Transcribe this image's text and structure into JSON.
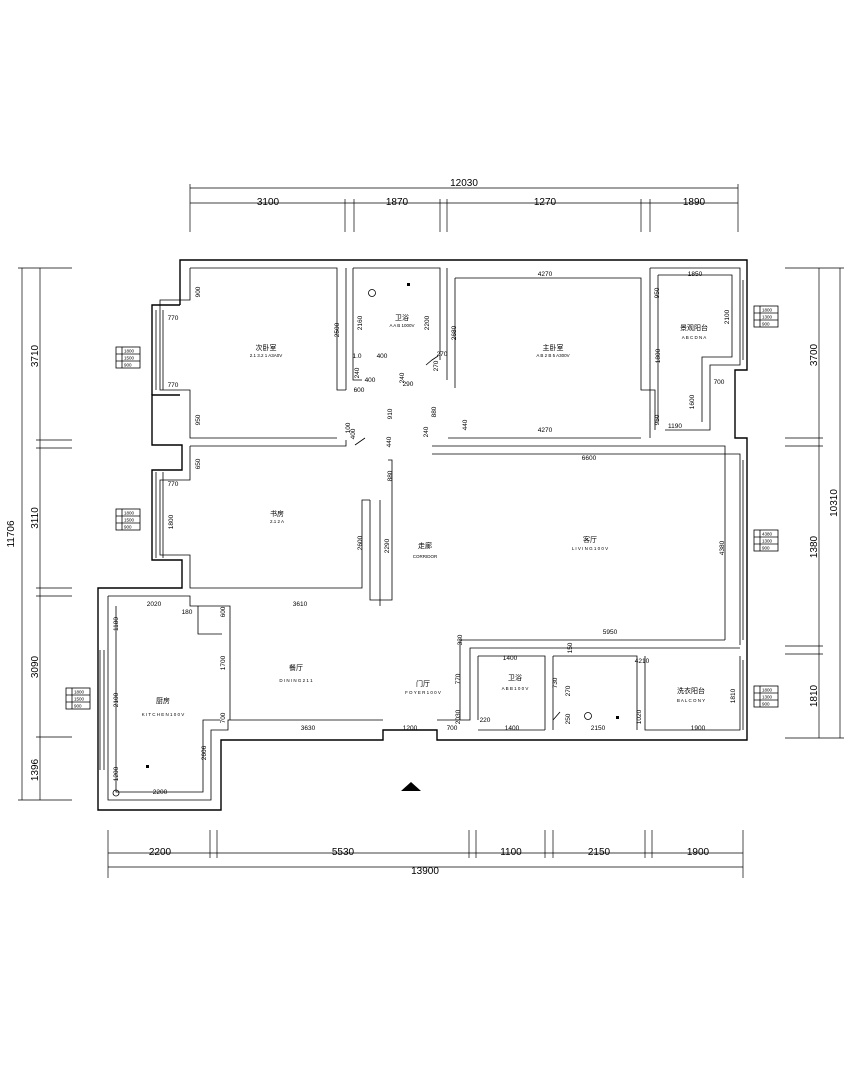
{
  "overall": {
    "top": "12030",
    "bottom": "13900",
    "left": "11706",
    "right": "10310"
  },
  "top_dims": [
    "3100",
    "1870",
    "1270",
    "1890"
  ],
  "bottom_dims": [
    "2200",
    "5530",
    "1100",
    "2150",
    "1900"
  ],
  "left_dims": [
    "3710",
    "3110",
    "3090",
    "1396"
  ],
  "right_dims": [
    "3700",
    "1380",
    "1810"
  ],
  "rooms": [
    {
      "name": "次卧室",
      "sub": "2.1 3.2 1 A3A0V"
    },
    {
      "name": "卫浴",
      "sub": "A A B 1000V"
    },
    {
      "name": "主卧室",
      "sub": "A B 2 B 5 A300V"
    },
    {
      "name": "景观阳台",
      "sub": "A B C D N A"
    },
    {
      "name": "书房",
      "sub": "2.1 2 A"
    },
    {
      "name": "走廊",
      "sub": "CORRIDOR"
    },
    {
      "name": "客厅",
      "sub": "L I V I N G 1 0 0 V"
    },
    {
      "name": "厨房",
      "sub": "K I T C H E N 1 0 0 V"
    },
    {
      "name": "餐厅",
      "sub": "D I N I N G 2 1 1"
    },
    {
      "name": "门厅",
      "sub": "F O Y E R 1 0 0 V"
    },
    {
      "name": "卫浴",
      "sub": "A B B 1 0 0 V"
    },
    {
      "name": "洗衣阳台",
      "sub": "B A L C O N Y"
    }
  ],
  "inner_labels": [
    "900",
    "770",
    "770",
    "950",
    "2500",
    "2160",
    "2200",
    "2680",
    "4270",
    "1850",
    "950",
    "2100",
    "1800",
    "700",
    "1600",
    "950",
    "1190",
    "4270",
    "1.0",
    "400",
    "270",
    "240",
    "400",
    "600",
    "240",
    "270",
    "290",
    "910",
    "880",
    "400",
    "240",
    "440",
    "440",
    "100",
    "880",
    "650",
    "770",
    "1800",
    "2600",
    "2290",
    "6600",
    "4380",
    "2020",
    "180",
    "600",
    "3610",
    "1180",
    "1700",
    "2100",
    "700",
    "3630",
    "1200",
    "2606",
    "1200",
    "2200",
    "5950",
    "330",
    "1400",
    "150",
    "4210",
    "770",
    "730",
    "270",
    "2030",
    "220",
    "1400",
    "250",
    "2150",
    "1020",
    "1900",
    "1810",
    "700"
  ],
  "window_tables": [
    [
      "1800",
      "1500",
      "900"
    ],
    [
      "1800",
      "1500",
      "900"
    ],
    [
      "1800",
      "1500",
      "900"
    ],
    [
      "1800",
      "1300",
      "900"
    ],
    [
      "4380",
      "1300",
      "900"
    ],
    [
      "1800",
      "1300",
      "900"
    ]
  ]
}
